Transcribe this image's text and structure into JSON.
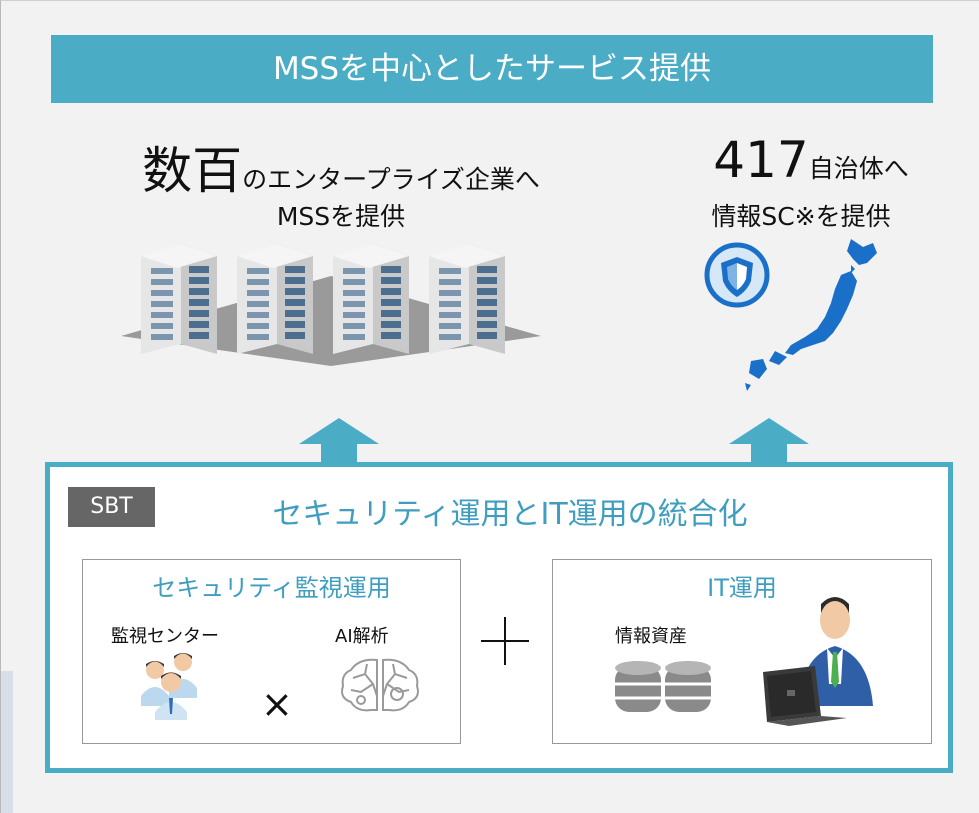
{
  "title": "MSSを中心としたサービス提供",
  "enterprise": {
    "count": "数百",
    "text1": "のエンタープライズ企業へ",
    "text2": "MSSを提供"
  },
  "government": {
    "count": "417",
    "text1": "自治体へ",
    "text2": "情報SC※を提供"
  },
  "sbt": {
    "tag": "SBT",
    "heading": "セキュリティ運用とIT運用の統合化",
    "security_box": {
      "title": "セキュリティ監視運用",
      "monitor_label": "監視センター",
      "ai_label": "AI解析",
      "times": "×"
    },
    "it_box": {
      "title": "IT運用",
      "assets_label": "情報資産"
    }
  },
  "colors": {
    "accent": "#4bacc6",
    "heading_text": "#3f9ec0",
    "tag_bg": "#666666",
    "map_blue": "#1a6fc9"
  },
  "icons": [
    "office-building-icon",
    "shield-icon",
    "japan-map-icon",
    "up-arrow-icon",
    "plus-icon",
    "people-icon",
    "ai-brain-icon",
    "database-icon",
    "office-worker-laptop-icon"
  ]
}
